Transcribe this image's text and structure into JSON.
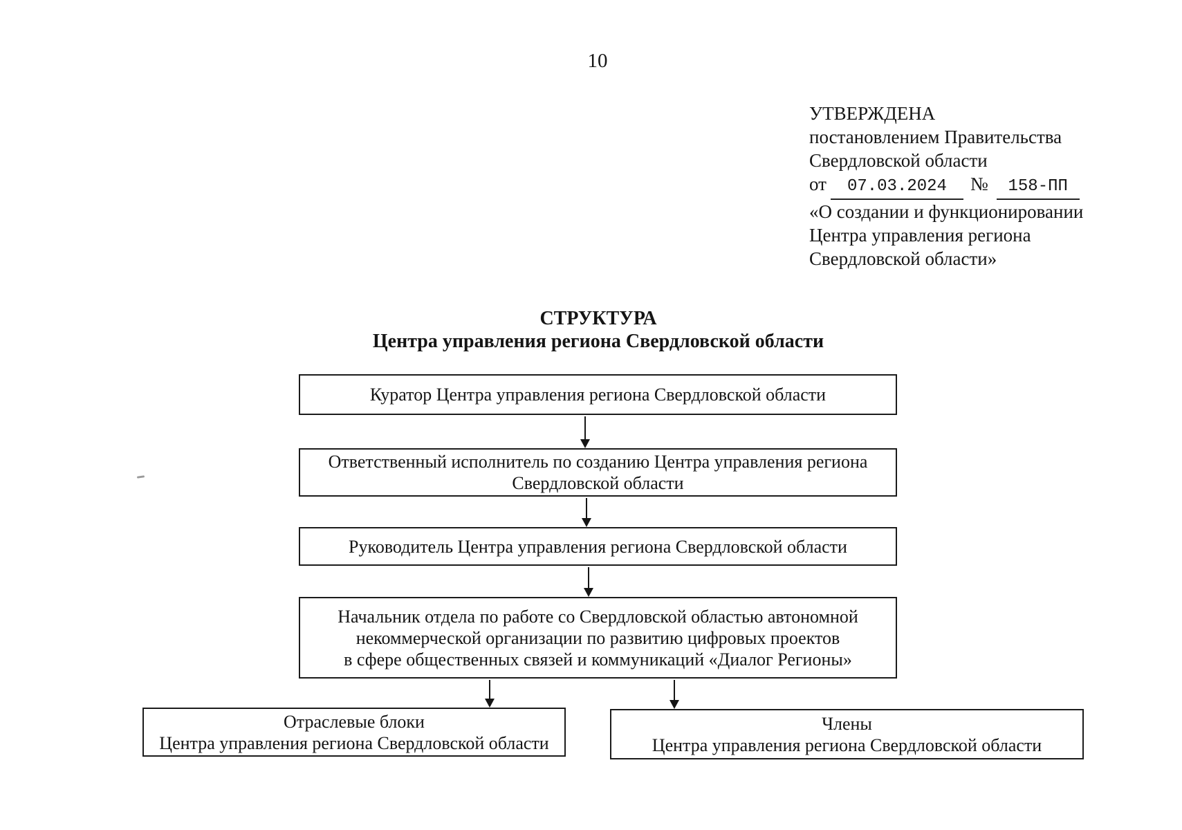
{
  "page": {
    "number": "10"
  },
  "colors": {
    "paper": "#ffffff",
    "ink": "#151515",
    "box_border": "#1b1b1b"
  },
  "approval": {
    "line1": "УТВЕРЖДЕНА",
    "line2": "постановлением Правительства",
    "line3": "Свердловской области",
    "from_label": "от",
    "date": "07.03.2024",
    "no_label": "№",
    "number": "158-ПП",
    "line5": "«О создании и функционировании",
    "line6": "Центра управления региона",
    "line7": "Свердловской области»"
  },
  "title": {
    "line1": "СТРУКТУРА",
    "line2": "Центра управления региона Свердловской области"
  },
  "diagram": {
    "type": "org-flowchart",
    "nodes": [
      {
        "id": "curator",
        "lines": [
          "Куратор Центра управления региона Свердловской области"
        ]
      },
      {
        "id": "responsible-executive",
        "lines": [
          "Ответственный исполнитель по созданию Центра управления региона",
          "Свердловской области"
        ]
      },
      {
        "id": "head",
        "lines": [
          "Руководитель Центра управления региона Свердловской области"
        ]
      },
      {
        "id": "department-head",
        "lines": [
          "Начальник отдела по работе со Свердловской областью автономной",
          "некоммерческой организации по развитию цифровых проектов",
          "в сфере общественных связей и коммуникаций «Диалог Регионы»"
        ]
      },
      {
        "id": "sector-blocks",
        "lines": [
          "Отраслевые блоки",
          "Центра управления региона Свердловской области"
        ]
      },
      {
        "id": "members",
        "lines": [
          "Члены",
          "Центра управления региона Свердловской области"
        ]
      }
    ],
    "edges": [
      {
        "from": "curator",
        "to": "responsible-executive"
      },
      {
        "from": "responsible-executive",
        "to": "head"
      },
      {
        "from": "head",
        "to": "department-head"
      },
      {
        "from": "department-head",
        "to": "sector-blocks"
      },
      {
        "from": "department-head",
        "to": "members"
      }
    ]
  }
}
